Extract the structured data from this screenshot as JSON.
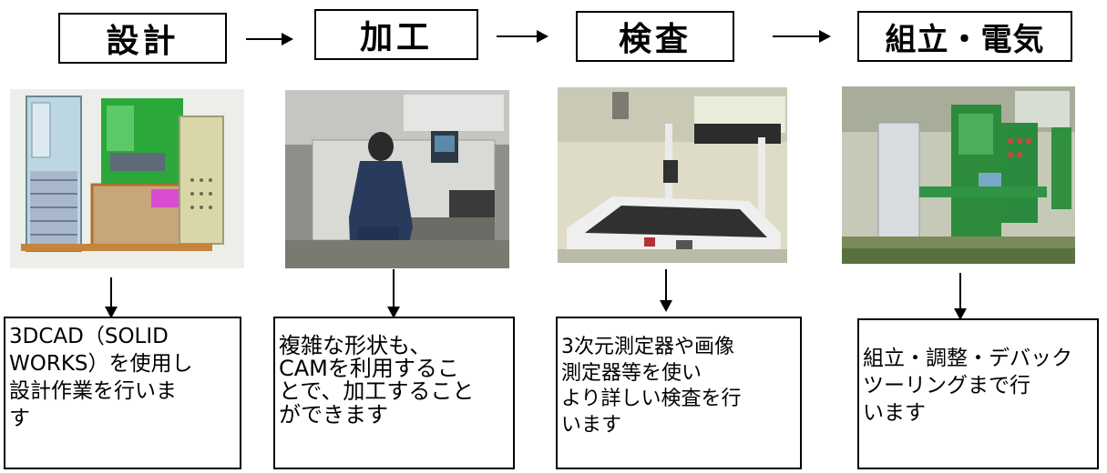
{
  "stages": [
    {
      "title": "設計",
      "description": "3DCAD（SOLID\nWORKS）を使用し\n設計作業を行いま\nす"
    },
    {
      "title": "加工",
      "description": "複雑な形状も、\nCAMを利用するこ\nとで、加工すること\nができます"
    },
    {
      "title": "検査",
      "description": "3次元測定器や画像\n測定器等を使い\nより詳しい検査を行\nいます"
    },
    {
      "title": "組立・電気",
      "description": "組立・調整・デバック\nツーリングまで行\nいます"
    }
  ]
}
